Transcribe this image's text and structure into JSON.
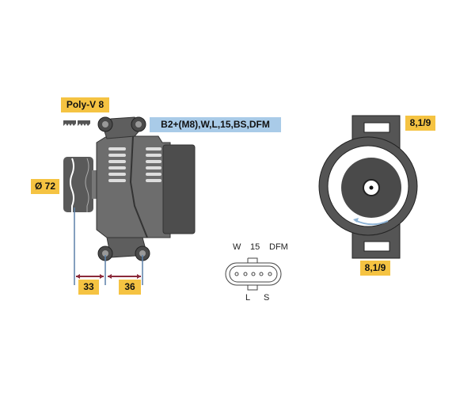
{
  "labels": {
    "belt": "Poly-V 8",
    "terminals": "B2+(M8),W,L,15,BS,DFM",
    "pulley_diameter": "Ø 72",
    "dim_pulley_to_mount": "33",
    "dim_mount_spacing": "36",
    "mount_hole_top": "8,1/9",
    "mount_hole_bottom": "8,1/9"
  },
  "connector": {
    "pins_top": [
      "W",
      "15",
      "DFM"
    ],
    "pins_bottom": [
      "L",
      "S"
    ]
  },
  "colors": {
    "label_yellow": "#f5c342",
    "label_blue": "#a9cbe8",
    "body_gray": "#6f6f6f",
    "dark_gray": "#4a4a4a",
    "dimension_red": "#8b2a3a",
    "dimension_blue": "#5a7fa8",
    "rotation_arrow": "#8fb4d6"
  }
}
